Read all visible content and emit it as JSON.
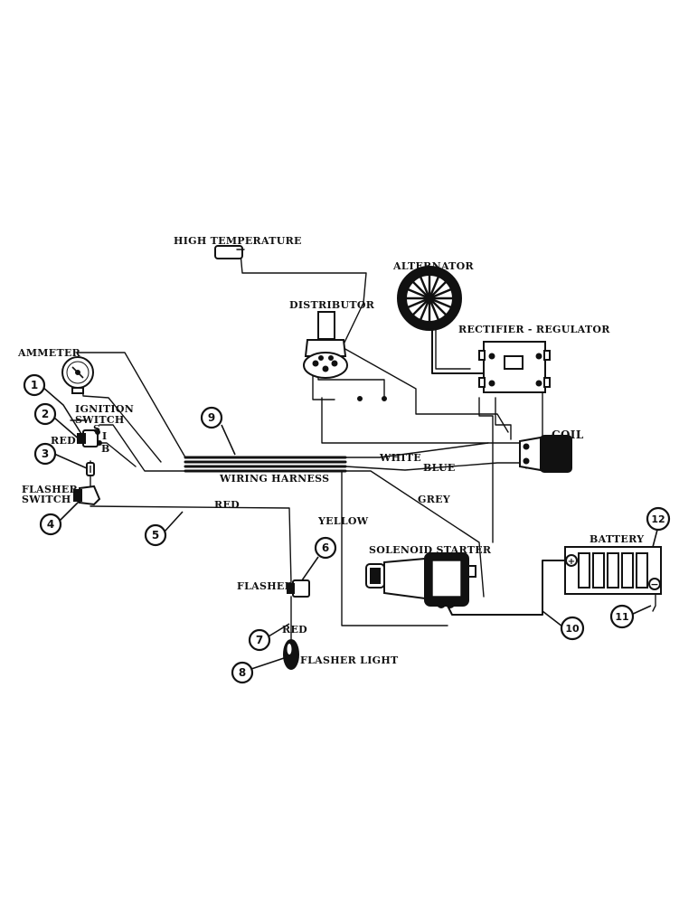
{
  "labels": {
    "high_temperature": "HIGH TEMPERATURE",
    "alternator": "ALTERNATOR",
    "distributor": "DISTRIBUTOR",
    "rectifier_regulator": "RECTIFIER - REGULATOR",
    "ammeter": "AMMETER",
    "ignition_switch_line1": "IGNITION",
    "ignition_switch_line2": "SWITCH",
    "red_ignition": "RED",
    "flasher_switch_line1": "FLASHER",
    "flasher_switch_line2": "SWITCH",
    "coil": "COIL",
    "white": "WHITE",
    "blue": "BLUE",
    "wiring_harness": "WIRING HARNESS",
    "grey": "GREY",
    "yellow": "YELLOW",
    "red_main": "RED",
    "solenoid_starter": "SOLENOID STARTER",
    "battery": "BATTERY",
    "flasher": "FLASHER",
    "red_flasher": "RED",
    "flasher_light": "FLASHER LIGHT",
    "terminal_s": "S",
    "terminal_i": "I",
    "terminal_b": "B"
  },
  "callouts": [
    "1",
    "2",
    "3",
    "4",
    "5",
    "6",
    "7",
    "8",
    "9",
    "10",
    "11",
    "12"
  ],
  "colors": {
    "ink": "#111111",
    "paper": "#ffffff"
  },
  "icons": [
    "ammeter-icon",
    "ignition-switch-icon",
    "flasher-switch-icon",
    "distributor-icon",
    "alternator-icon",
    "rectifier-regulator-icon",
    "coil-icon",
    "solenoid-starter-icon",
    "battery-icon",
    "flasher-icon",
    "flasher-light-icon",
    "high-temperature-sender-icon"
  ]
}
